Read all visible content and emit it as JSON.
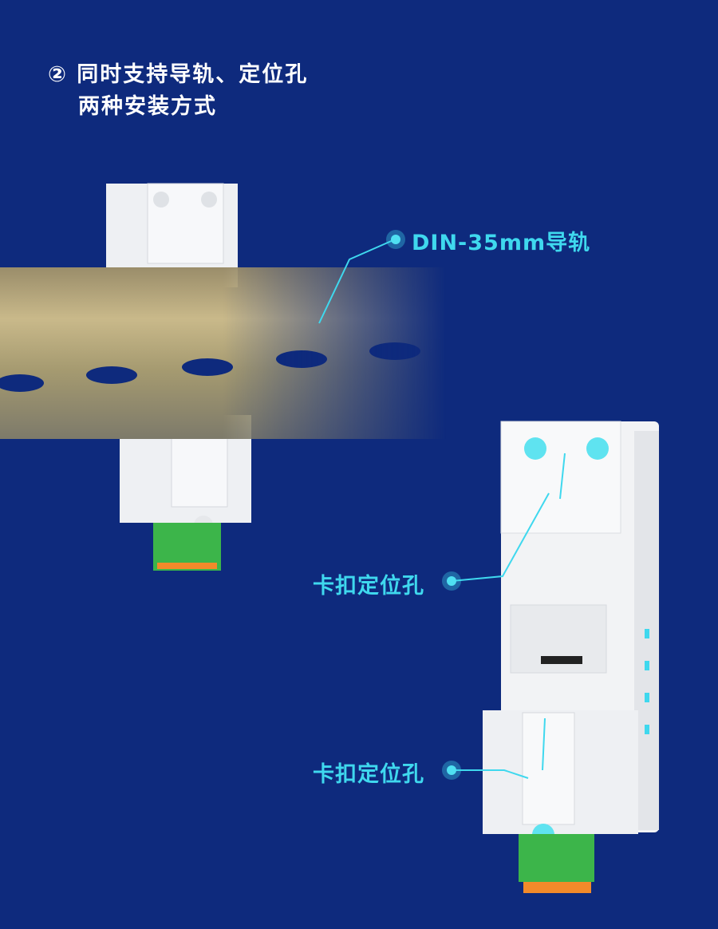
{
  "heading": {
    "number": "②",
    "line1": "同时支持导轨、定位孔",
    "line2": "两种安装方式"
  },
  "labels": {
    "rail": "DIN-35mm导轨",
    "hole_top": "卡扣定位孔",
    "hole_bottom": "卡扣定位孔"
  },
  "colors": {
    "background": "#0e2a7d",
    "accent": "#3fd8ee",
    "device": "#f2f3f5",
    "terminal": "#3cb54a"
  }
}
